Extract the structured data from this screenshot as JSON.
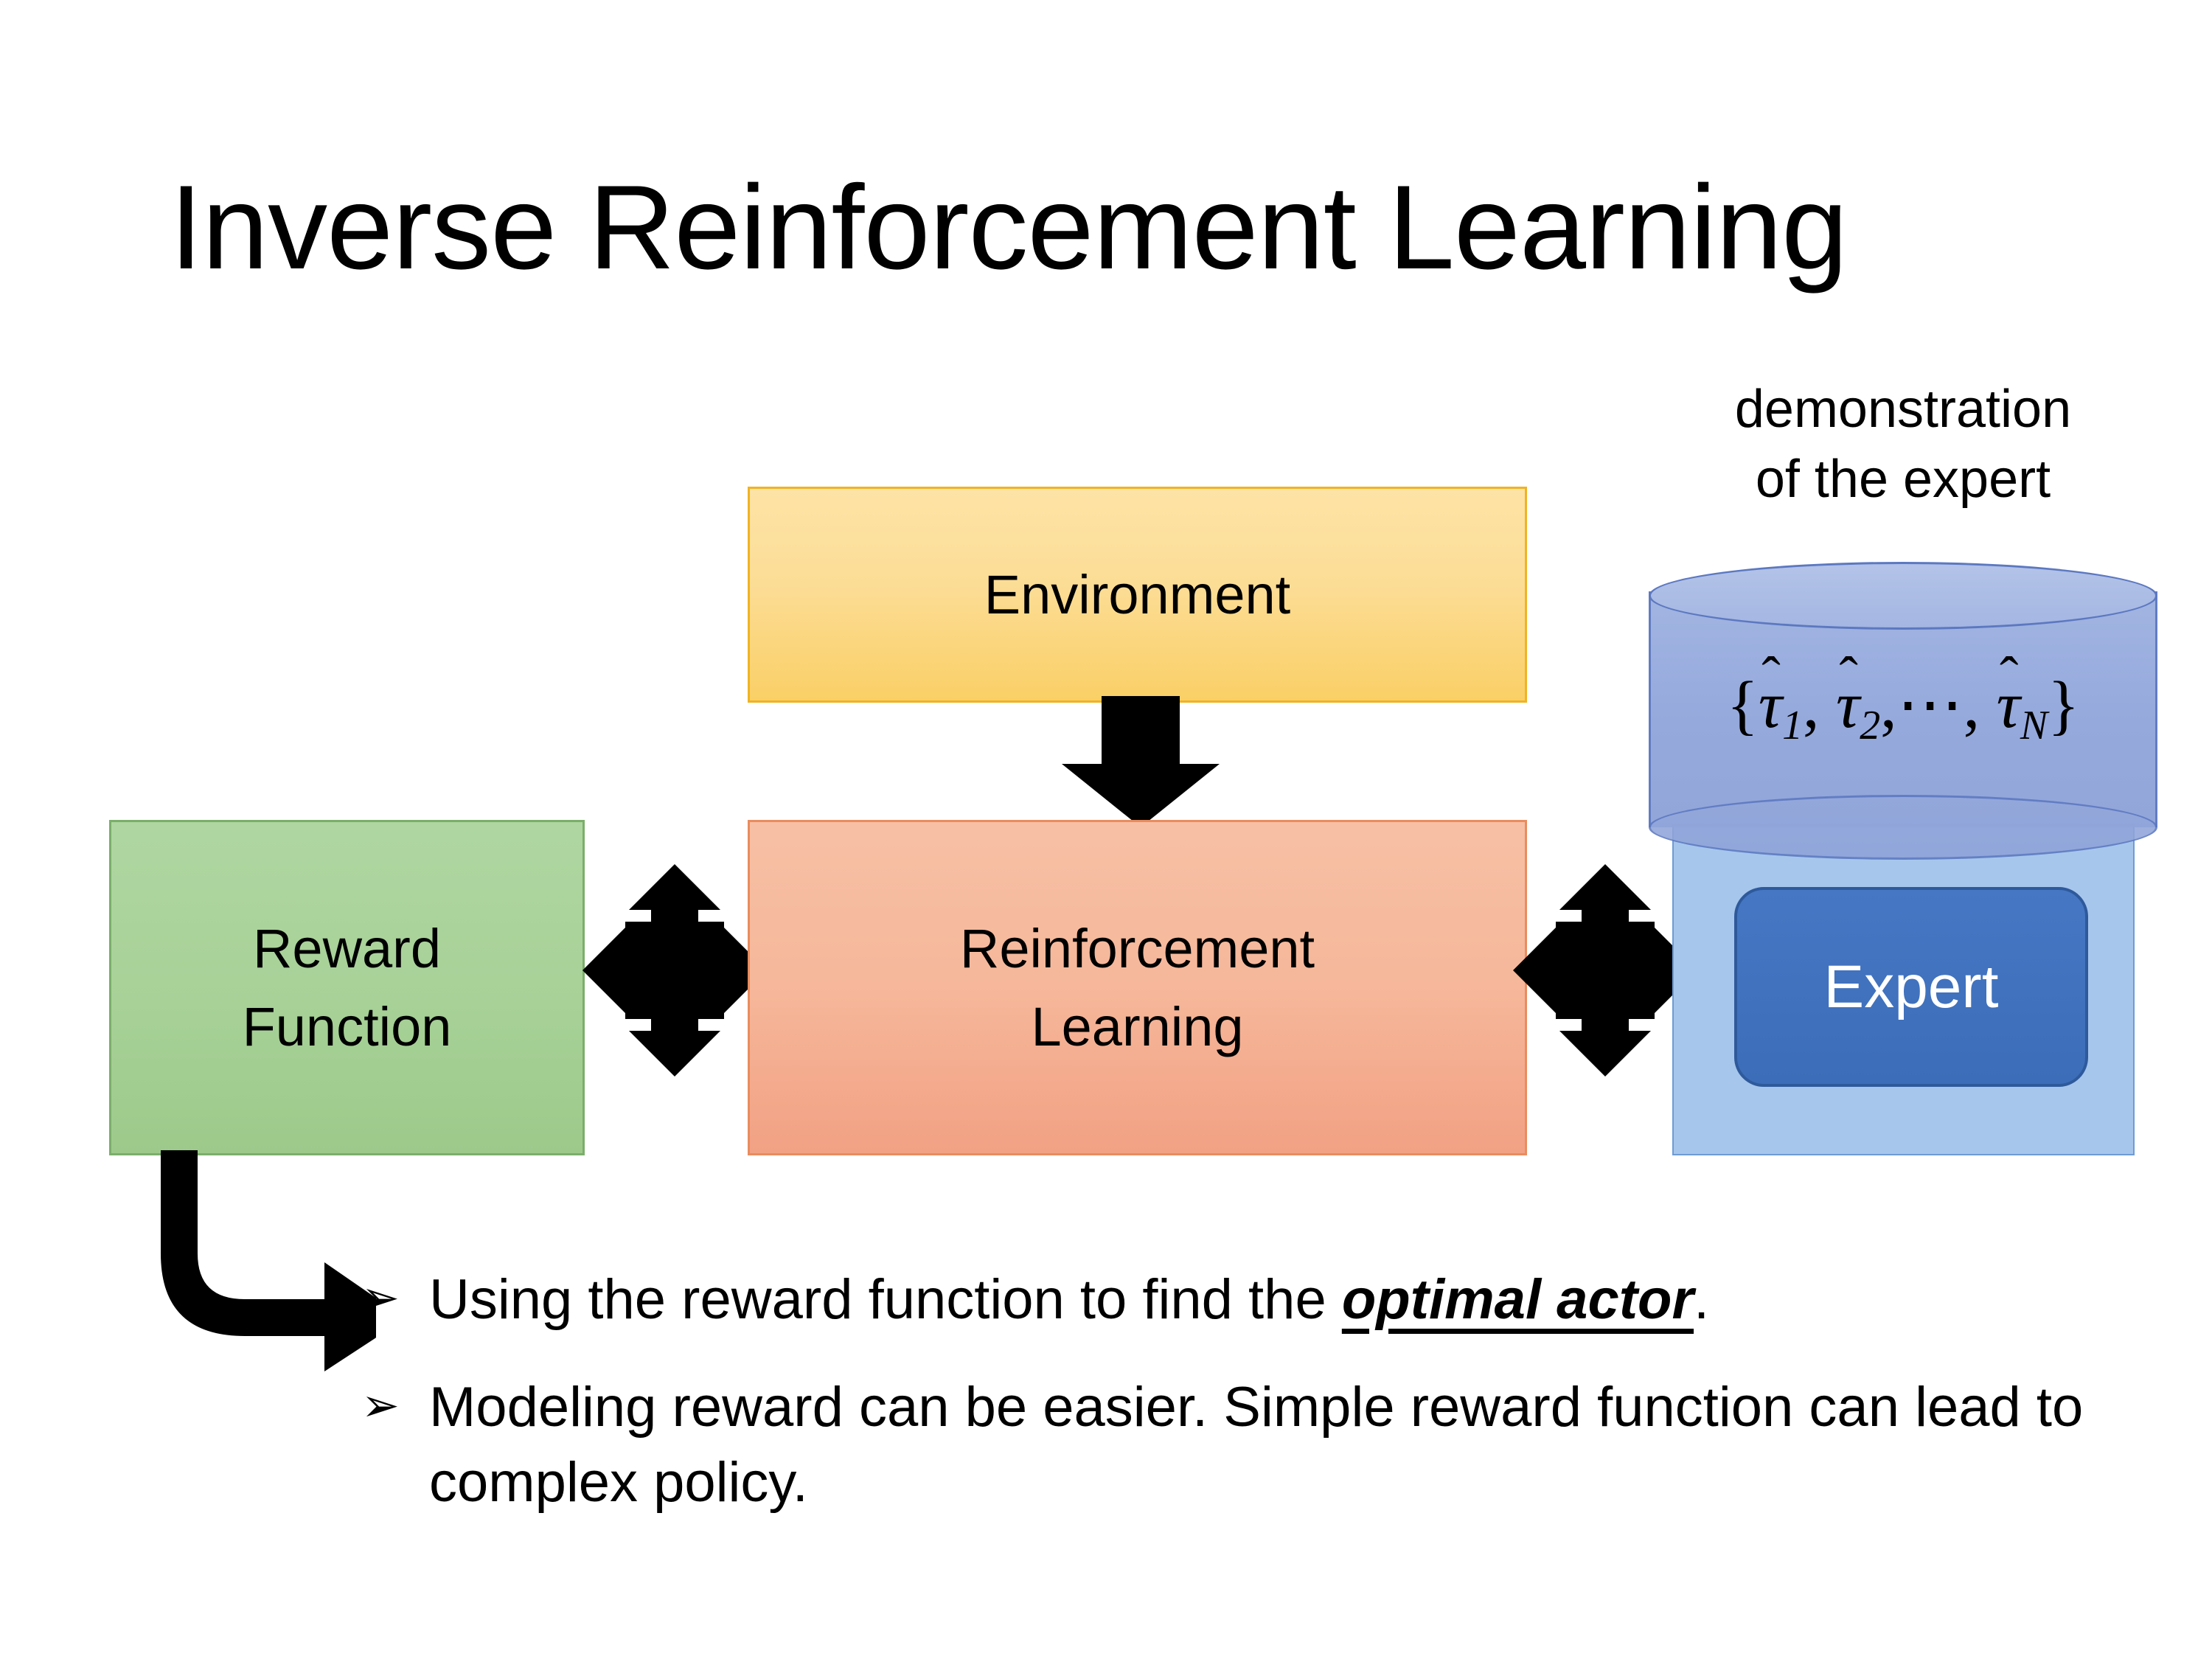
{
  "slide": {
    "title": "Inverse Reinforcement Learning",
    "background_color": "#ffffff"
  },
  "diagram": {
    "environment_box": {
      "label": "Environment",
      "fill_top": "#FDE3A6",
      "fill_bottom": "#FACF66",
      "border_color": "#F0B323"
    },
    "reward_box": {
      "label": "Reward\nFunction",
      "fill_top": "#AFD6A1",
      "fill_bottom": "#9DCA8B",
      "border_color": "#7BAE6B"
    },
    "rl_box": {
      "label": "Reinforcement\nLearning",
      "fill_top": "#F7C0A5",
      "fill_bottom": "#F2A184",
      "border_color": "#E98C5E"
    },
    "expert_group": {
      "caption": "demonstration\nof the expert",
      "cylinder": {
        "formula_open": "{",
        "tau": "τ",
        "hat": "ˆ",
        "sub_1": "1",
        "sub_2": "2",
        "sub_n": "N",
        "comma": ",",
        "ellipsis": "⋯",
        "formula_close": "}",
        "fill_color": "#92A7DB",
        "border_color": "#5C78C0"
      },
      "panel": {
        "fill_color": "#A7C6EC",
        "border_color": "#6E9BD3"
      },
      "expert_button": {
        "label": "Expert",
        "fill_color": "#3C6DB8",
        "border_color": "#2E5A9C",
        "text_color": "#FFFFFF"
      }
    },
    "arrows": {
      "environment_to_rl": "down-arrow",
      "reward_to_rl": "quad-arrow",
      "rl_to_expert": "quad-arrow",
      "reward_to_bullets": "bent-arrow",
      "color": "#000000"
    }
  },
  "bullets": {
    "marker": "➢",
    "items": [
      {
        "prefix": "Using the reward function to find the ",
        "emphasis": "optimal actor",
        "suffix": "."
      },
      {
        "prefix": "Modeling reward can be easier. Simple reward function can lead to complex policy.",
        "emphasis": "",
        "suffix": ""
      }
    ]
  }
}
